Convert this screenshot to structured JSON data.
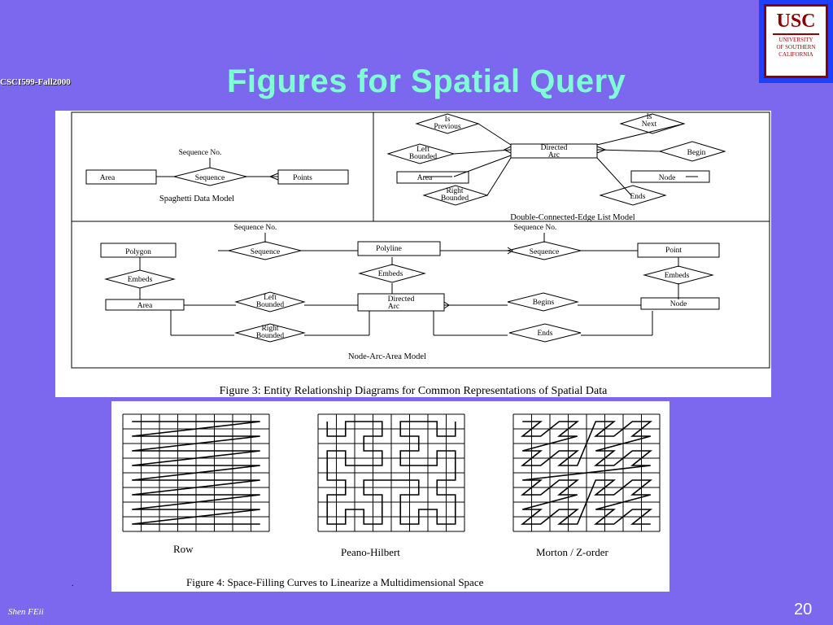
{
  "slide": {
    "course": "CSCI599-Fall2000",
    "title": "Figures for Spatial Query",
    "author": "Shen FEii",
    "page_number": "20",
    "dot": "."
  },
  "logo": {
    "abbr": "USC",
    "line1": "UNIVERSITY",
    "line2": "OF SOUTHERN",
    "line3": "CALIFORNIA"
  },
  "figure3": {
    "caption": "Figure 3:  Entity Relationship Diagrams for Common Representations of Spatial Data",
    "spaghetti": {
      "model_label": "Spaghetti Data Model",
      "seq_no": "Sequence No.",
      "area": "Area",
      "sequence": "Sequence",
      "points": "Points"
    },
    "dcel": {
      "model_label": "Double-Connected-Edge List Model",
      "is_previous_1": "Is",
      "is_previous_2": "Previous",
      "is_next_1": "Is",
      "is_next_2": "Next",
      "left_bounded_1": "Left",
      "left_bounded_2": "Bounded",
      "directed_arc_1": "Directed",
      "directed_arc_2": "Arc",
      "begin": "Begin",
      "area": "Area",
      "node": "Node",
      "right_bounded_1": "Right",
      "right_bounded_2": "Bounded",
      "ends": "Ends"
    },
    "naa": {
      "model_label": "Node-Arc-Area Model",
      "seq_no_left": "Sequence No.",
      "seq_no_right": "Sequence No.",
      "polygon": "Polygon",
      "sequence_left": "Sequence",
      "polyline": "Polyline",
      "sequence_right": "Sequence",
      "point": "Point",
      "embeds_left": "Embeds",
      "embeds_mid": "Embeds",
      "embeds_right": "Embeds",
      "area": "Area",
      "left_bounded_1": "Left",
      "left_bounded_2": "Bounded",
      "directed_arc_1": "Directed",
      "directed_arc_2": "Arc",
      "begins": "Begins",
      "node": "Node",
      "right_bounded_1": "Right",
      "right_bounded_2": "Bounded",
      "ends": "Ends"
    }
  },
  "figure4": {
    "caption": "Figure 4:  Space-Filling Curves to Linearize a Multidimensional Space",
    "row_label": "Row",
    "peano_label": "Peano-Hilbert",
    "morton_label": "Morton / Z-order"
  }
}
